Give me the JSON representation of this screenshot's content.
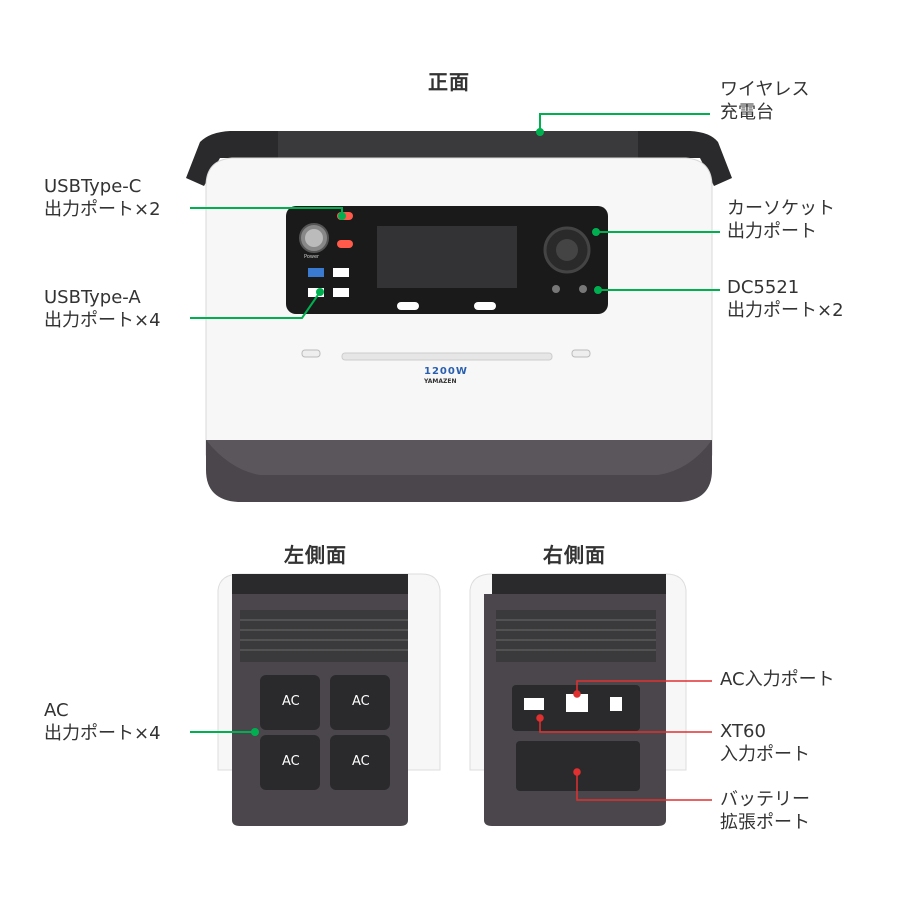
{
  "views": {
    "front": "正面",
    "left": "左側面",
    "right": "右側面"
  },
  "device": {
    "model_label": "1200W",
    "brand_label": "YAMAZEN",
    "power_label": "Power"
  },
  "callouts": {
    "wireless": [
      "ワイヤレス",
      "充電台"
    ],
    "usbc": [
      "USBType-C",
      "出力ポート×2"
    ],
    "usba": [
      "USBType-A",
      "出力ポート×4"
    ],
    "car_socket": [
      "カーソケット",
      "出力ポート"
    ],
    "dc5521": [
      "DC5521",
      "出力ポート×2"
    ],
    "ac_output": [
      "AC",
      "出力ポート×4"
    ],
    "ac_input": [
      "AC入力ポート"
    ],
    "xt60": [
      "XT60",
      "入力ポート"
    ],
    "battery": [
      "バッテリー",
      "拡張ポート"
    ]
  },
  "ac_socket_label": "AC",
  "colors": {
    "green_callout": "#00b050",
    "red_callout": "#e03030",
    "body_white": "#f7f7f7",
    "body_dark": "#4a464c",
    "panel_black": "#1a1a1a"
  }
}
